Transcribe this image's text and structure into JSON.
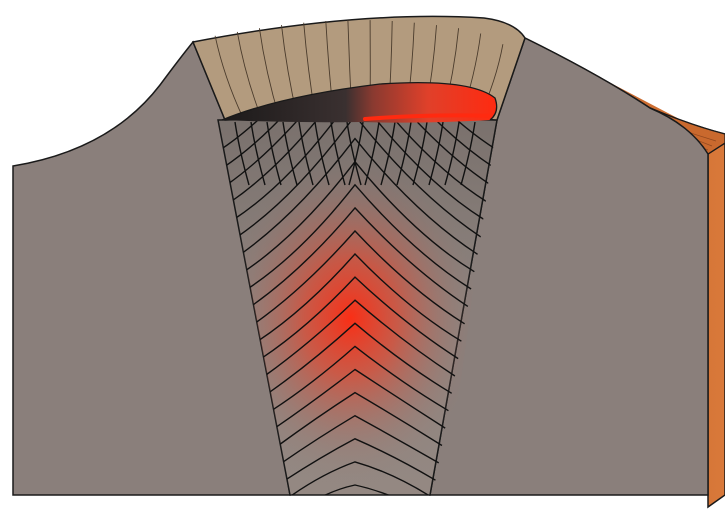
{
  "diagram": {
    "kind": "weld-cross-section",
    "labels": [],
    "colors": {
      "base_metal": "#8a7f7b",
      "weld_zone_top": "#8e8580",
      "weld_zone_bottom": "#91857f",
      "heat_glow": "#ff2a10",
      "cap_layer": "#b39b7e",
      "side_face": "#c9692e",
      "outline": "#1a1a1a"
    },
    "weld_cap_lines": 14,
    "solidification_lines": 22
  }
}
